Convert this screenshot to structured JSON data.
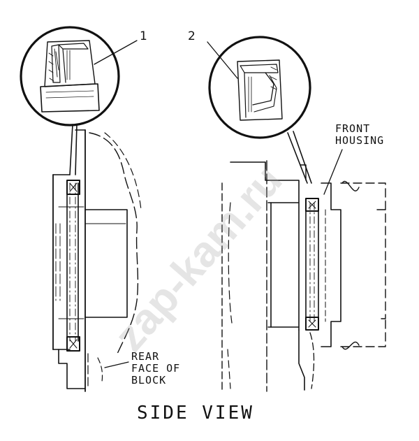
{
  "labels": {
    "callout_1": "1",
    "callout_2": "2",
    "front_housing": "FRONT\nHOUSING",
    "rear_face": "REAR\nFACE OF\nBLOCK",
    "view_title": "SIDE VIEW"
  },
  "watermark": "zap-kam.ru",
  "colors": {
    "ink": "#111111",
    "watermark": "#a0a0a0"
  }
}
